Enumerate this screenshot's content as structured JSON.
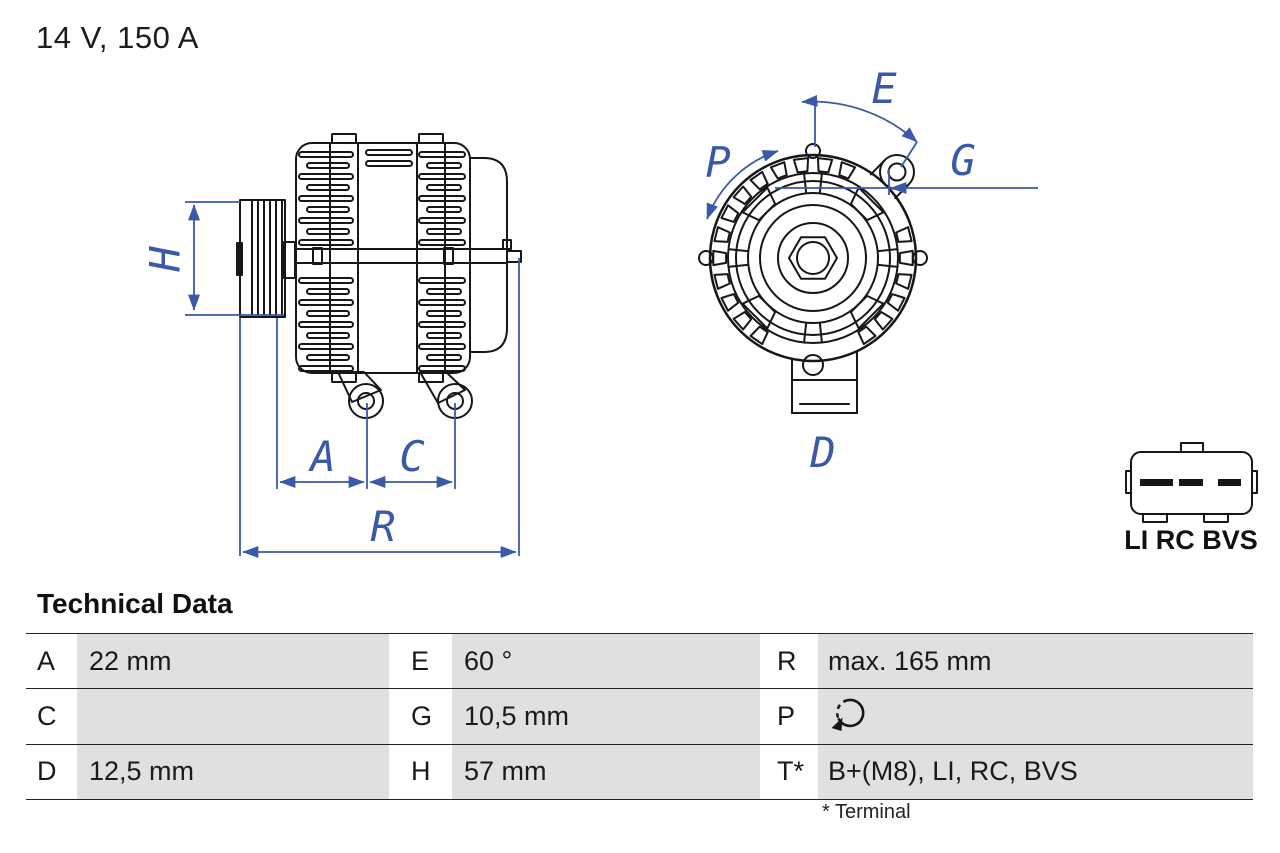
{
  "title": "14 V, 150 A",
  "drawing": {
    "dim_labels": {
      "H": "H",
      "A": "A",
      "C": "C",
      "R": "R",
      "E": "E",
      "P": "P",
      "G": "G",
      "D": "D"
    },
    "connector_label": "LI RC BVS"
  },
  "technical_data": {
    "heading": "Technical Data",
    "rows": [
      [
        {
          "key": "A",
          "value": "22 mm"
        },
        {
          "key": "E",
          "value": "60 °"
        },
        {
          "key": "R",
          "value": "max. 165 mm"
        }
      ],
      [
        {
          "key": "C",
          "value": ""
        },
        {
          "key": "G",
          "value": "10,5 mm"
        },
        {
          "key": "P",
          "value": ""
        }
      ],
      [
        {
          "key": "D",
          "value": "12,5 mm"
        },
        {
          "key": "H",
          "value": "57 mm"
        },
        {
          "key": "T*",
          "value": "B+(M8), LI, RC, BVS"
        }
      ]
    ],
    "footnote": "* Terminal"
  },
  "colors": {
    "dimension_blue": "#3a5aa8",
    "line_black": "#17171b",
    "cell_gray": "#e0e0e0"
  }
}
